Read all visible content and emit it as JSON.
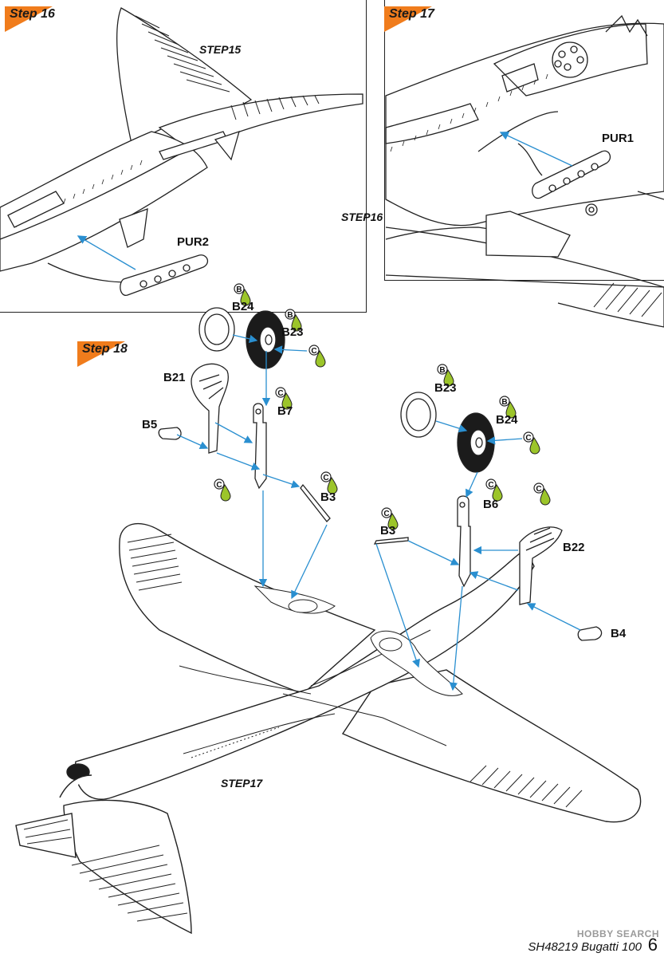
{
  "steps": {
    "step16": {
      "tag": "Step 16",
      "ref": "STEP15",
      "part": "PUR2"
    },
    "step17": {
      "tag": "Step 17",
      "ref": "STEP16",
      "part": "PUR1"
    },
    "step18": {
      "tag": "Step 18",
      "ref": "STEP17",
      "left_gear": {
        "hub": "B24",
        "wheel": "B23",
        "leg": "B7",
        "door": "B21",
        "fairing": "B5",
        "strut": "B3"
      },
      "right_gear": {
        "hub": "B23",
        "wheel": "B24",
        "leg": "B6",
        "door": "B22",
        "fairing": "B4",
        "strut": "B3"
      }
    }
  },
  "glue_marks": {
    "b": "B",
    "c": "C"
  },
  "colors": {
    "step_tag": "#f07c1c",
    "arrow": "#2a8fd0",
    "glue_drop": "#9cc52a",
    "line": "#222222"
  },
  "footer": {
    "model": "SH48219 Bugatti 100",
    "page": "6",
    "watermark": "HOBBY SEARCH"
  }
}
